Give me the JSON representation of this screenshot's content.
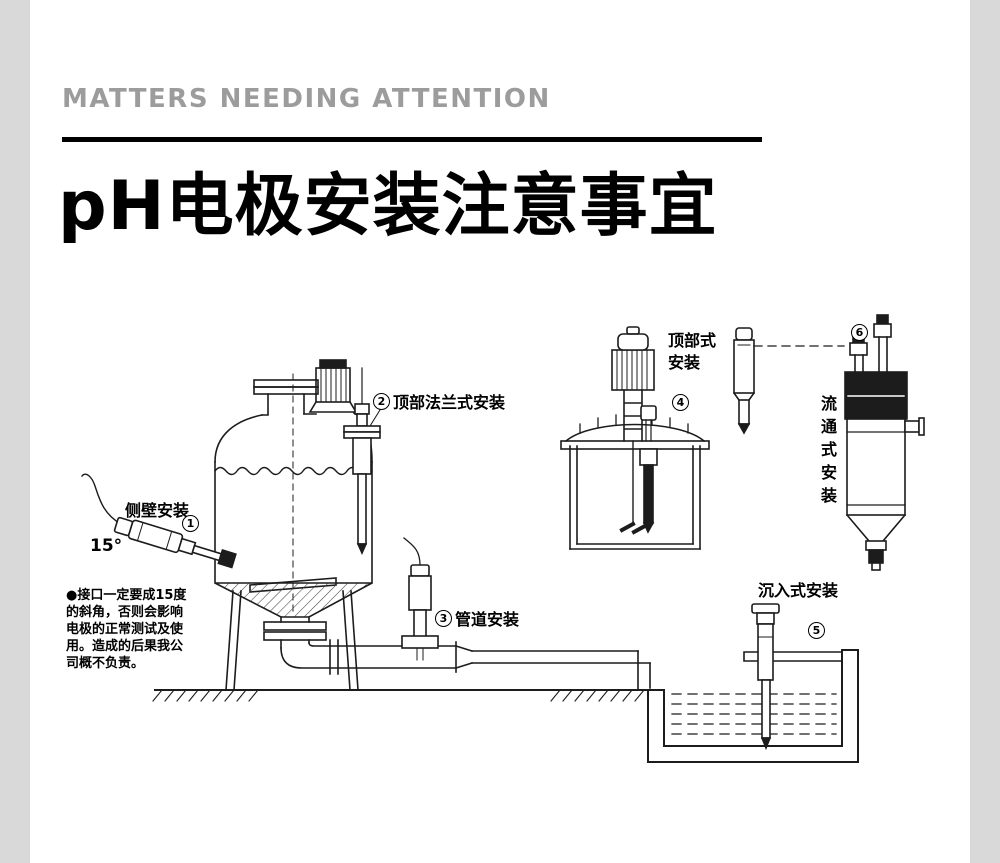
{
  "header": {
    "eyebrow": "MATTERS NEEDING ATTENTION",
    "title": "pH电极安装注意事宜"
  },
  "diagram": {
    "side_wall": {
      "num": "1",
      "label": "侧壁安装",
      "angle": "15°"
    },
    "top_flange": {
      "num": "2",
      "label": "顶部法兰式安装"
    },
    "pipeline": {
      "num": "3",
      "label": "管道安装"
    },
    "top_mount": {
      "num": "4",
      "label_line1": "顶部式",
      "label_line2": "安装"
    },
    "submerged": {
      "num": "5",
      "label": "沉入式安装"
    },
    "flow_through": {
      "num": "6",
      "label": "流通式安装"
    },
    "note": {
      "line1": "●接口一定要成15度",
      "line2": "的斜角，否则会影响",
      "line3": "电极的正常测试及使",
      "line4": "用。造成的后果我公",
      "line5": "司概不负责。"
    }
  },
  "colors": {
    "page_bg": "#d9d9d9",
    "paper": "#ffffff",
    "ink": "#1c1c1c",
    "eyebrow_gray": "#9c9c9c"
  }
}
